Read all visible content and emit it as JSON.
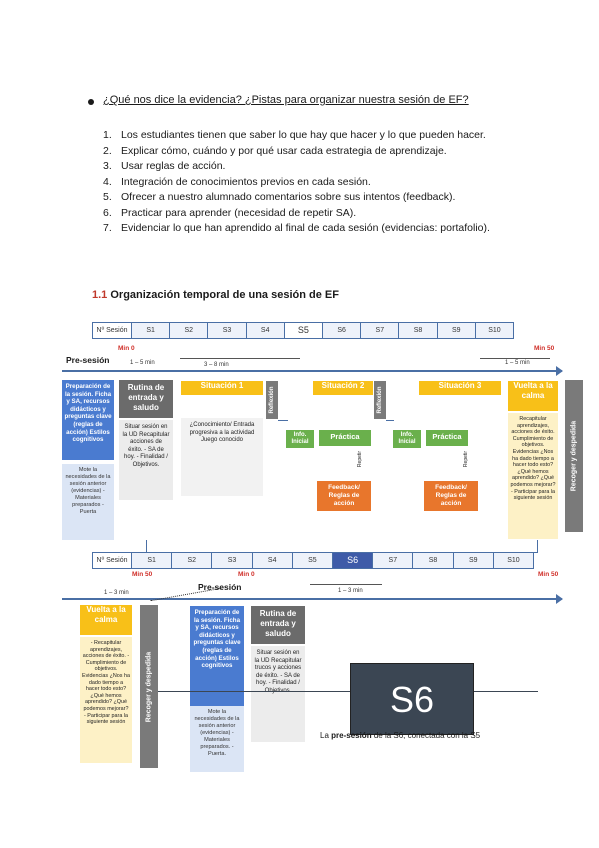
{
  "question": "¿Qué nos dice la evidencia? ¿Pistas para organizar nuestra sesión de EF?",
  "list": [
    {
      "n": "1.",
      "text": "Los estudiantes tienen que saber lo que hay que hacer y lo que pueden hacer."
    },
    {
      "n": "2.",
      "text": "Explicar cómo, cuándo y por qué usar cada estrategia de aprendizaje."
    },
    {
      "n": "3.",
      "text": "Usar reglas de acción."
    },
    {
      "n": "4.",
      "text": "Integración de conocimientos previos en cada sesión."
    },
    {
      "n": "5.",
      "text": "Ofrecer a nuestro alumnado comentarios sobre sus intentos (feedback)."
    },
    {
      "n": "6.",
      "text": "Practicar para aprender (necesidad de repetir SA)."
    },
    {
      "n": "7.",
      "text": "Evidenciar lo que han aprendido al final de cada sesión (evidencias: portafolio)."
    }
  ],
  "heading": {
    "num": "1.1",
    "text": "Organización temporal de una sesión de EF"
  },
  "d1": {
    "timeline": [
      "Nº Sesión",
      "S1",
      "S2",
      "S3",
      "S4",
      "S5",
      "S6",
      "S7",
      "S8",
      "S9",
      "S10"
    ],
    "min0": "Min 0",
    "min50": "Min 50",
    "presesion": "Pre-sesión",
    "t1": "1 – 5 min",
    "t2": "3 – 8 min",
    "t3": "1 – 5 min",
    "prep_blue": "Preparación de la sesión. Ficha y SA, recursos didácticos y preguntas clave (reglas de acción) Estilos cognitivos",
    "prep_light": "Mote la necesidades de la sesión anterior (evidencias) - Materiales preparados - Puerta",
    "rutina_head": "Rutina de entrada y saludo",
    "rutina_body": "Situar sesión en la UD Recapitular acciones de éxito. - SA de hoy. - Finalidad / Objetivos.",
    "sit1": "Situación 1",
    "sit1_body": "¿Conocimiento/ Entrada progresiva a la actividad Juego conocido",
    "sit2": "Situación 2",
    "sit3": "Situación 3",
    "reflex": "Reflexión",
    "info_inicial": "Info. Inicial",
    "practica": "Práctica",
    "feedback": "Feedback/ Reglas de acción",
    "repetir": "Repetir",
    "calma": "Vuelta a la calma",
    "calma_body": "Recapitular aprendizajes, acciones de éxito. Cumplimiento de objetivos. Evidencias ¿Nos ha dado tiempo a hacer todo esto? ¿Qué hemos aprendido? ¿Qué podemos mejorar? - Participar para la siguiente sesión",
    "recoger": "Recoger y despedida"
  },
  "d2": {
    "timeline": [
      "Nº Sesión",
      "S1",
      "S2",
      "S3",
      "S4",
      "S5",
      "S6",
      "S7",
      "S8",
      "S9",
      "S10"
    ],
    "min50a": "Min 50",
    "min0": "Min 0",
    "min50b": "Min 50",
    "t1": "1 – 3 min",
    "presesion": "Pre-sesión",
    "t2": "1 – 3 min",
    "calma": "Vuelta a la calma",
    "calma_body": "- Recapitular aprendizajes, acciones de éxito. - Cumplimiento de objetivos. Evidencias ¿Nos ha dado tiempo a hacer todo esto? ¿Qué hemos aprendido? ¿Qué podemos mejorar? - Participar para la siguiente sesión",
    "recoger": "Recoger y despedida",
    "prep_blue": "Preparación de la sesión. Ficha y SA, recursos didácticos y preguntas clave (reglas de acción) Estilos cognitivos",
    "prep_light": "Mote la necesidades de la sesión anterior (evidencias) - Materiales preparados. - Puerta.",
    "rutina_head": "Rutina de entrada y saludo",
    "rutina_body": "Situar sesión en la UD Recapitular trucos y acciones de éxito. - SA de hoy. - Finalidad / Objetivos.",
    "s6": "S6",
    "caption_pre": "La ",
    "caption_bold": "pre-sesión",
    "caption_post": " de la S6, conectada con la S5"
  }
}
